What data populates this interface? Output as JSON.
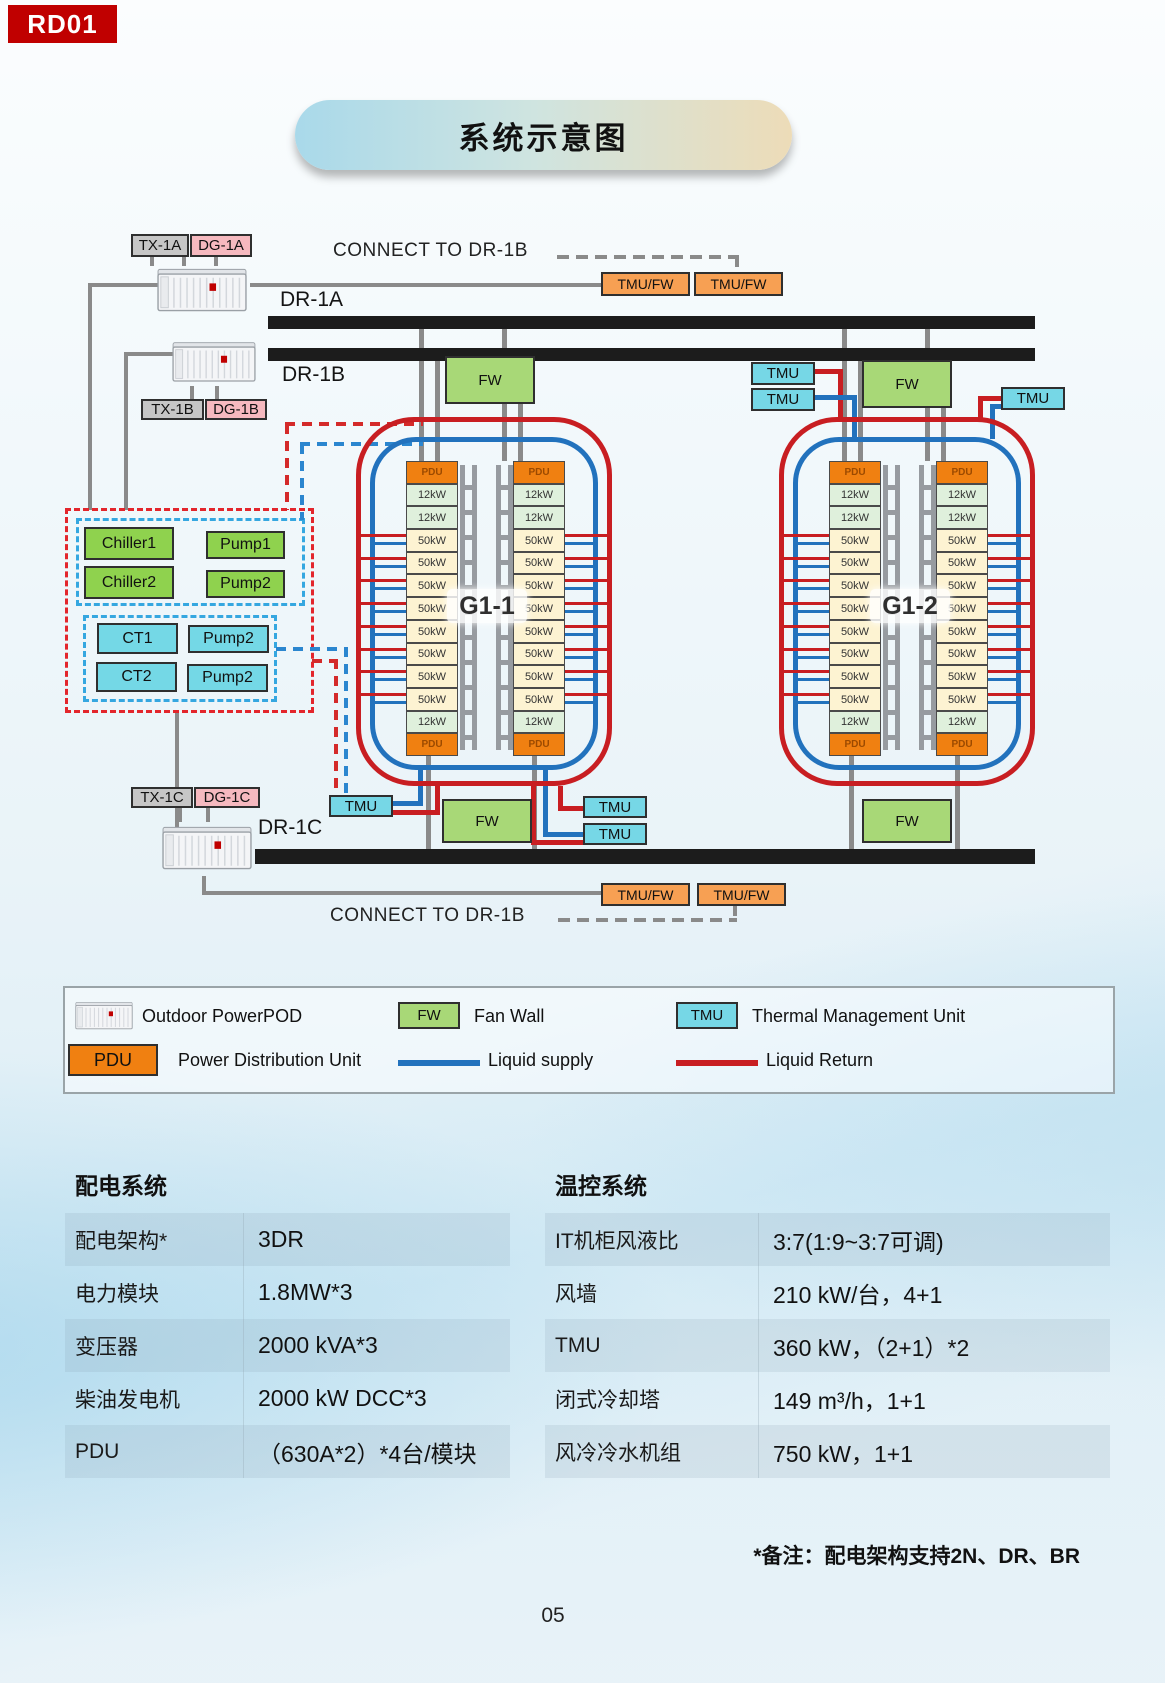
{
  "badge": "RD01",
  "title": "系统示意图",
  "connect_label": "CONNECT TO DR-1B",
  "buses": {
    "a": "DR-1A",
    "b": "DR-1B",
    "c": "DR-1C"
  },
  "sources": {
    "a": {
      "tx": "TX-1A",
      "dg": "DG-1A"
    },
    "b": {
      "tx": "TX-1B",
      "dg": "DG-1B"
    },
    "c": {
      "tx": "TX-1C",
      "dg": "DG-1C"
    }
  },
  "units": {
    "tmu_fw": "TMU/FW",
    "fw": "FW",
    "tmu": "TMU",
    "pdu": "PDU"
  },
  "cooling_plant": {
    "chiller_group": {
      "chiller1": "Chiller1",
      "chiller2": "Chiller2",
      "pump1": "Pump1",
      "pump2": "Pump2"
    },
    "ct_group": {
      "ct1": "CT1",
      "ct2": "CT2",
      "pump_a": "Pump2",
      "pump_b": "Pump2"
    }
  },
  "rack_groups": [
    {
      "label": "G1-1"
    },
    {
      "label": "G1-2"
    }
  ],
  "rack_rows": [
    "PDU",
    "12kW",
    "12kW",
    "50kW",
    "50kW",
    "50kW",
    "50kW",
    "50kW",
    "50kW",
    "50kW",
    "50kW",
    "12kW",
    "PDU"
  ],
  "legend": {
    "outdoor_powerpod": "Outdoor PowerPOD",
    "fw_key": "FW",
    "fw_desc": "Fan Wall",
    "tmu_key": "TMU",
    "tmu_desc": "Thermal Management Unit",
    "pdu_key": "PDU",
    "pdu_desc": "Power Distribution Unit",
    "liquid_supply": "Liquid supply",
    "liquid_return": "Liquid Return"
  },
  "tables": {
    "power": {
      "title": "配电系统",
      "rows": [
        {
          "label": "配电架构*",
          "value": "3DR"
        },
        {
          "label": "电力模块",
          "value": "1.8MW*3"
        },
        {
          "label": "变压器",
          "value": "2000 kVA*3"
        },
        {
          "label": "柴油发电机",
          "value": "2000 kW DCC*3"
        },
        {
          "label": "PDU",
          "value": "（630A*2）*4台/模块"
        }
      ]
    },
    "thermal": {
      "title": "温控系统",
      "rows": [
        {
          "label": "IT机柜风液比",
          "value": "3:7(1:9~3:7可调)"
        },
        {
          "label": "风墙",
          "value": "210 kW/台，4+1"
        },
        {
          "label": "TMU",
          "value": "360 kW，（2+1）*2"
        },
        {
          "label": "闭式冷却塔",
          "value": "149 m³/h，1+1"
        },
        {
          "label": "风冷冷水机组",
          "value": "750 kW，1+1"
        }
      ]
    }
  },
  "footnote": "*备注：配电架构支持2N、DR、BR",
  "page_number": "05",
  "colors": {
    "accent_red": "#c00000",
    "liquid_supply": "#2272bd",
    "liquid_return": "#c81e22",
    "fw_green": "#a8d877",
    "tmu_cyan": "#76d7e6",
    "pdu_orange": "#f08011",
    "tmu_fw_orange": "#f7a053"
  }
}
